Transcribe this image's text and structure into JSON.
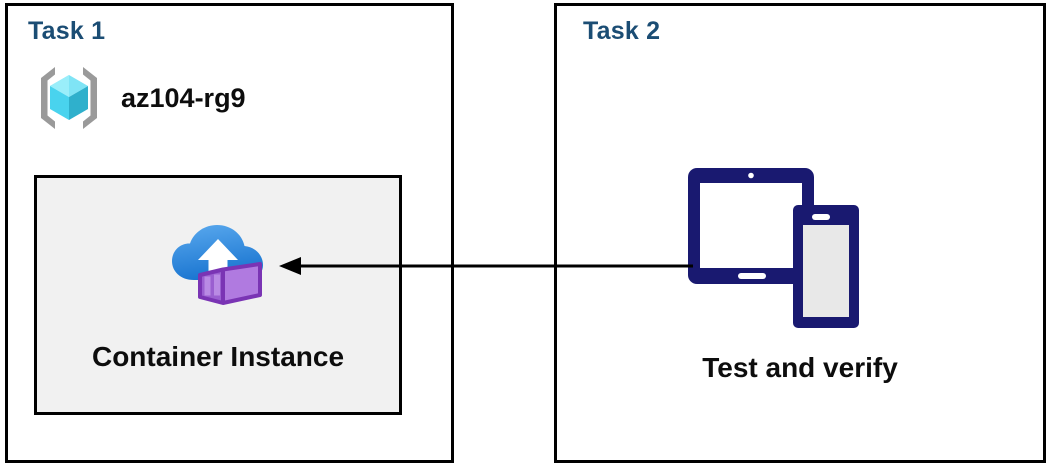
{
  "diagram": {
    "title": "Azure Container Instance task diagram",
    "background": "#ffffff",
    "colors": {
      "panel_border": "#000000",
      "task_title": "#1b4d74",
      "box_fill": "#f1f1f1",
      "label_text": "#0d0d0d",
      "device_navy": "#191970",
      "rg_bracket_gray": "#9a9a9a",
      "rg_cube_light": "#7fe4f5",
      "rg_cube_mid": "#49d3ee",
      "rg_cube_dark": "#2fb0cc",
      "cloud_light": "#54a3ea",
      "cloud_dark": "#1c78d2",
      "container_light_purple": "#b07ae0",
      "container_dark_purple": "#9150c8",
      "container_outline": "#7a34b4",
      "arrow": "#000000"
    }
  },
  "panels": [
    {
      "id": "task1",
      "title": "Task 1",
      "resource_group": {
        "icon": "azure-resource-group-icon",
        "label": "az104-rg9"
      },
      "resource_box": {
        "icon": "azure-container-instance-icon",
        "label": "Container Instance"
      }
    },
    {
      "id": "task2",
      "title": "Task 2",
      "devices": {
        "icon": "tablet-and-phone-icon",
        "label": "Test and verify"
      }
    }
  ],
  "connector": {
    "name": "arrow-task2-to-container-instance",
    "from": "Test and verify",
    "to": "Container Instance",
    "direction": "right-to-left",
    "style": "solid-line-with-filled-arrowhead"
  }
}
